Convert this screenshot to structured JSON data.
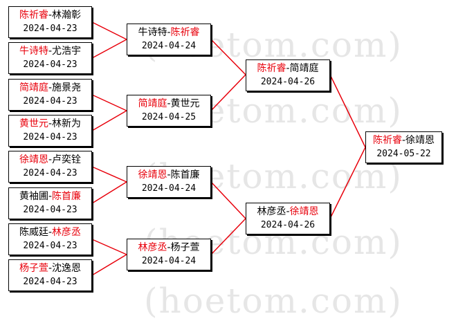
{
  "watermark": "(hoetom.com)",
  "rounds": {
    "r1": [
      {
        "p1": "陈祈睿",
        "p2": "林瀚彰",
        "winner": 1,
        "date": "2024-04-23"
      },
      {
        "p1": "牛诗特",
        "p2": "尤浩宇",
        "winner": 1,
        "date": "2024-04-23"
      },
      {
        "p1": "简靖庭",
        "p2": "施景尧",
        "winner": 1,
        "date": "2024-04-23"
      },
      {
        "p1": "黄世元",
        "p2": "林新为",
        "winner": 1,
        "date": "2024-04-23"
      },
      {
        "p1": "徐靖恩",
        "p2": "卢奕铨",
        "winner": 1,
        "date": "2024-04-23"
      },
      {
        "p1": "黄袖圃",
        "p2": "陈首廉",
        "winner": 2,
        "date": "2024-04-23"
      },
      {
        "p1": "陈威廷",
        "p2": "林彦丞",
        "winner": 2,
        "date": "2024-04-23"
      },
      {
        "p1": "杨子萱",
        "p2": "沈逸恩",
        "winner": 1,
        "date": "2024-04-23"
      }
    ],
    "r2": [
      {
        "p1": "牛诗特",
        "p2": "陈祈睿",
        "winner": 2,
        "date": "2024-04-24"
      },
      {
        "p1": "简靖庭",
        "p2": "黄世元",
        "winner": 1,
        "date": "2024-04-25"
      },
      {
        "p1": "徐靖恩",
        "p2": "陈首廉",
        "winner": 1,
        "date": "2024-04-24"
      },
      {
        "p1": "林彦丞",
        "p2": "杨子萱",
        "winner": 1,
        "date": "2024-04-24"
      }
    ],
    "r3": [
      {
        "p1": "陈祈睿",
        "p2": "简靖庭",
        "winner": 1,
        "date": "2024-04-26"
      },
      {
        "p1": "林彦丞",
        "p2": "徐靖恩",
        "winner": 2,
        "date": "2024-04-26"
      }
    ],
    "r4": [
      {
        "p1": "陈祈睿",
        "p2": "徐靖恩",
        "winner": 1,
        "date": "2024-05-22"
      }
    ]
  },
  "colors": {
    "winner": "#e8000b",
    "line": "#e8000b",
    "border": "#000000"
  }
}
